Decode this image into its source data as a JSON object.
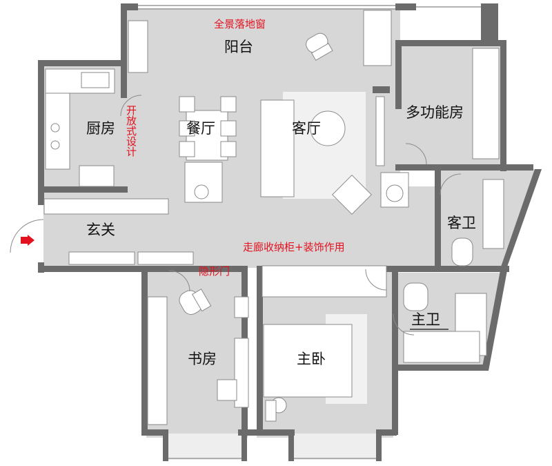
{
  "rooms": {
    "balcony": "阳台",
    "kitchen": "厨房",
    "dining": "餐厅",
    "living": "客厅",
    "multi": "多功能房",
    "entrance": "玄关",
    "guest_bath": "客卫",
    "study": "书房",
    "master": "主卧",
    "master_bath": "主卫"
  },
  "notes": {
    "window": "全景落地窗",
    "open_design": "开放式设计",
    "corridor": "走廊收纳柜+装饰作用",
    "hidden_door": "隐形门"
  },
  "colors": {
    "wall": "#6b6b6b",
    "floor": "#d7d7d7",
    "furniture": "#ffffff",
    "annotation": "#e3101e",
    "entry_arrow": "#e3101e"
  }
}
